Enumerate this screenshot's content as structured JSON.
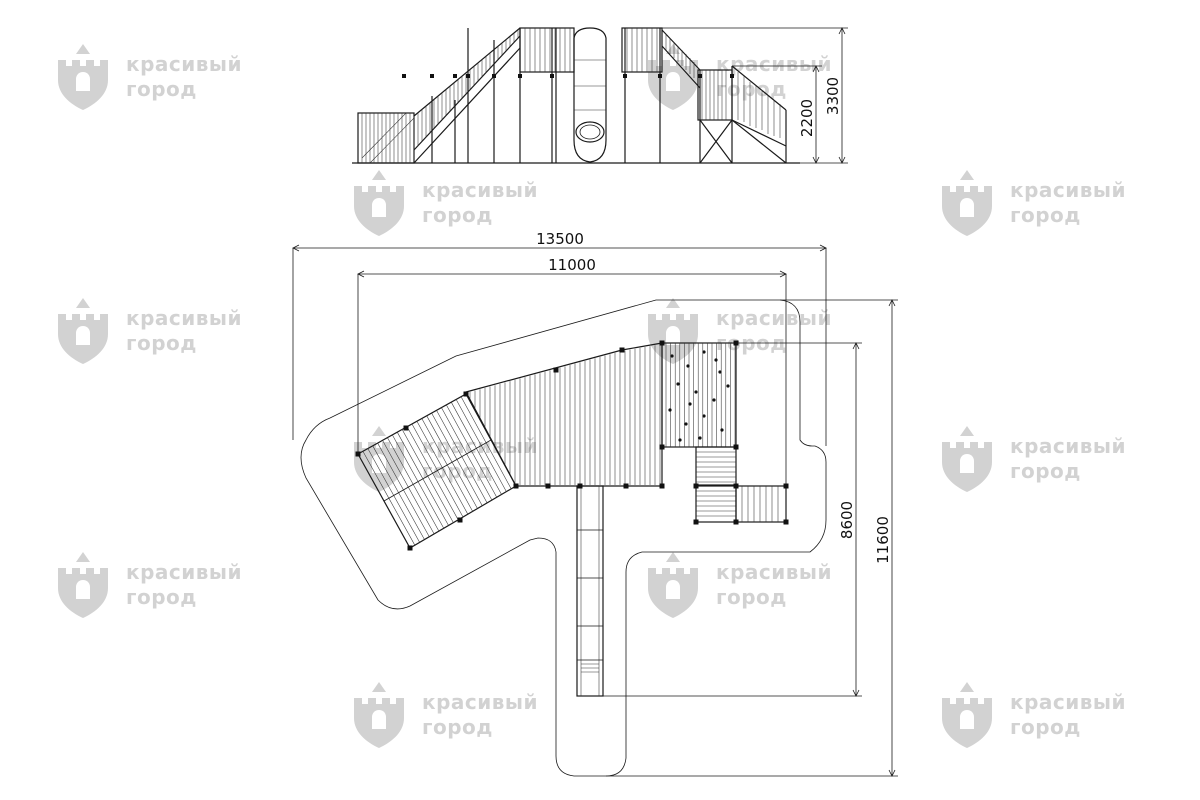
{
  "watermark": {
    "line1": "красивый",
    "line2": "город",
    "color": "#d2d2d2"
  },
  "dimensions": {
    "total_width": "13500",
    "platform_width": "11000",
    "total_depth": "11600",
    "platform_depth": "8600",
    "height_total": "3300",
    "height_platform": "2200"
  },
  "colors": {
    "line": "#1a1a1a",
    "background": "#ffffff"
  }
}
